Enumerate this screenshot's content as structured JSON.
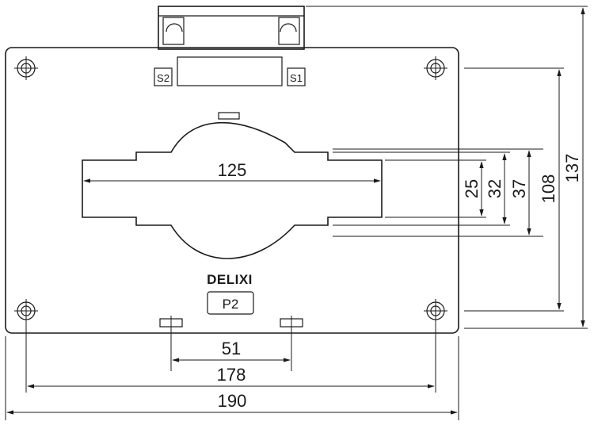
{
  "diagram": {
    "terminals": {
      "s2": "S2",
      "s1": "S1",
      "p2": "P2"
    },
    "brand": "DELIXI",
    "dimensions": {
      "window_width": "125",
      "d25": "25",
      "d32": "32",
      "d37": "37",
      "d108": "108",
      "d137": "137",
      "d51": "51",
      "d178": "178",
      "d190": "190"
    }
  }
}
